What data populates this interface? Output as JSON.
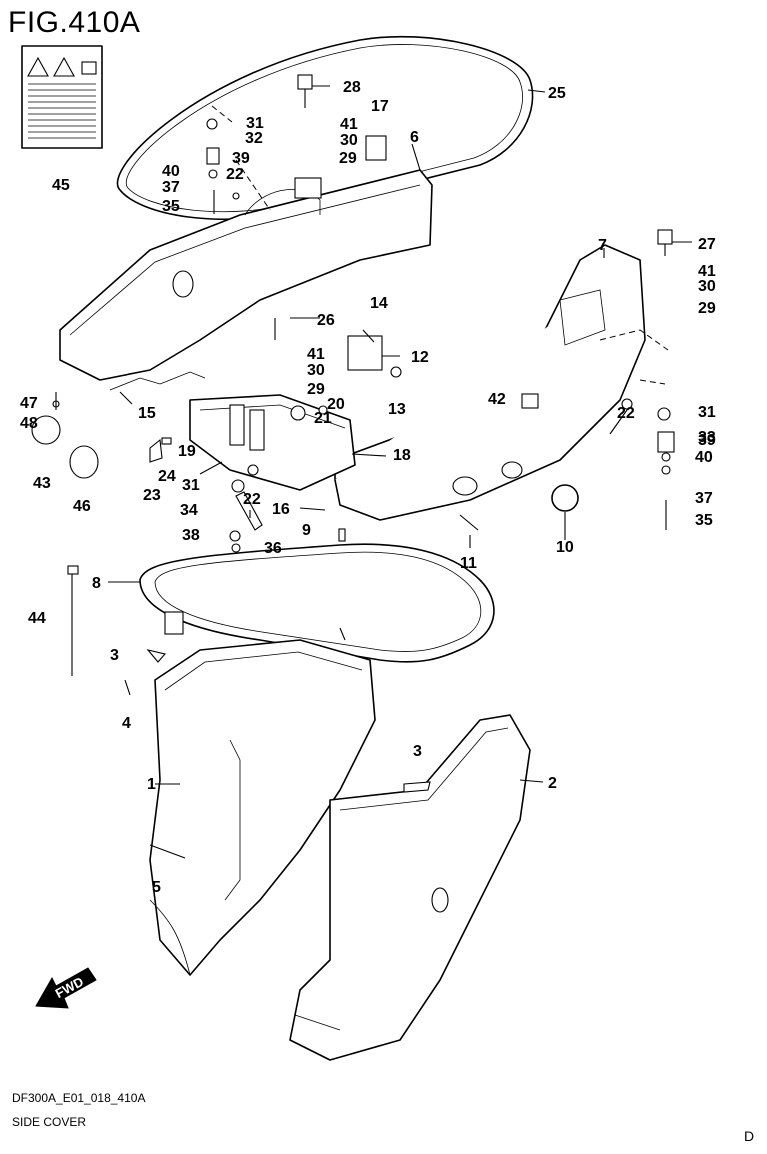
{
  "figure": {
    "title": "FIG.410A",
    "code": "DF300A_E01_018_410A",
    "caption": "SIDE COVER",
    "corner_mark": "D",
    "fwd_label": "FWD"
  },
  "labels": [
    "1",
    "2",
    "3",
    "3",
    "4",
    "5",
    "6",
    "7",
    "8",
    "9",
    "10",
    "11",
    "12",
    "13",
    "14",
    "15",
    "16",
    "17",
    "18",
    "19",
    "20",
    "21",
    "22",
    "22",
    "22",
    "23",
    "24",
    "25",
    "26",
    "27",
    "28",
    "29",
    "29",
    "29",
    "30",
    "30",
    "30",
    "31",
    "31",
    "31",
    "32",
    "33",
    "34",
    "35",
    "35",
    "36",
    "37",
    "37",
    "38",
    "39",
    "39",
    "40",
    "40",
    "41",
    "41",
    "41",
    "42",
    "43",
    "44",
    "45",
    "46",
    "47",
    "48"
  ]
}
